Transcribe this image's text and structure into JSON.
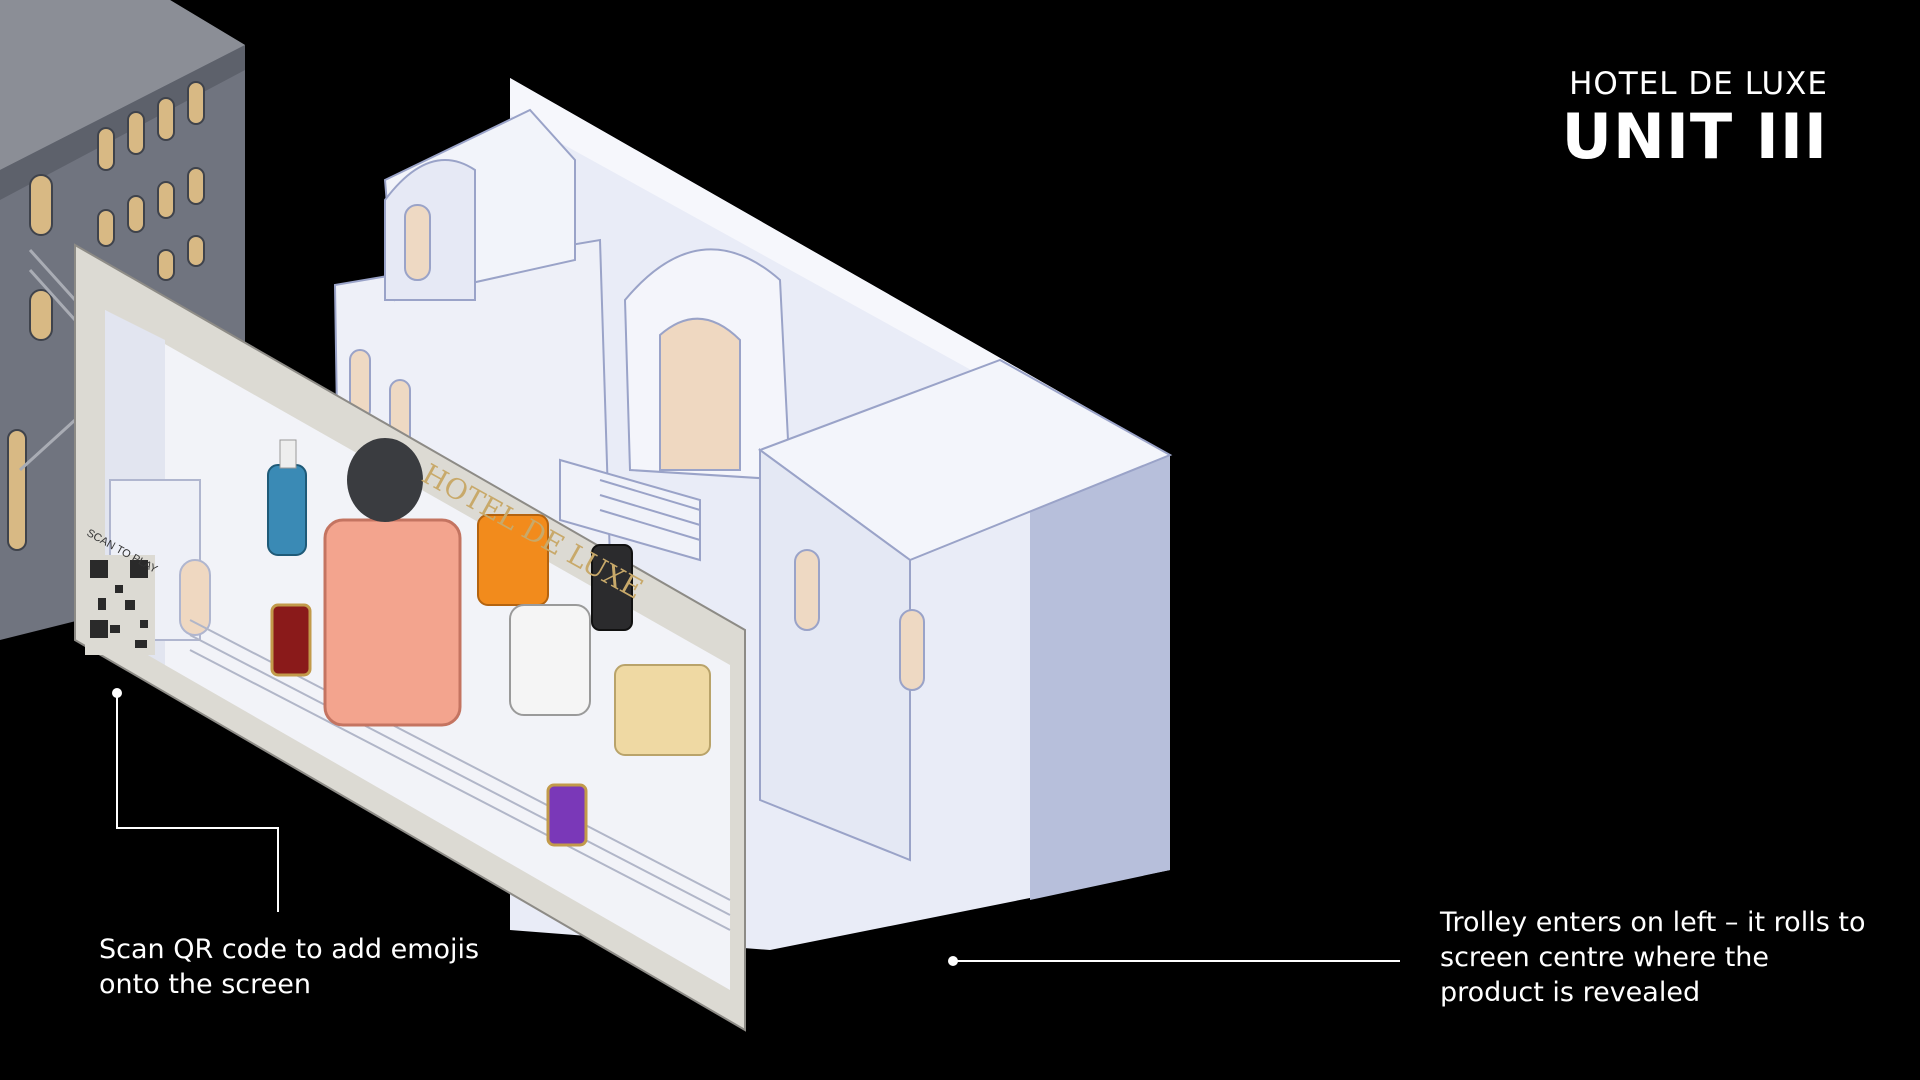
{
  "brand": {
    "subtitle": "HOTEL DE LUXE",
    "title": "UNIT III"
  },
  "screen": {
    "signage": "HOTEL DE LUXE",
    "qr_label": "SCAN TO PLAY"
  },
  "annotations": {
    "left": "Scan QR code to add emojis onto the screen",
    "right": "Trolley enters on left – it rolls to screen centre where the product is revealed"
  },
  "colors": {
    "background": "#000000",
    "model": "#e9ecf7",
    "model_shadow": "#b7bfdb",
    "frame": "#dcdad3",
    "pillar": "#6e7380"
  }
}
